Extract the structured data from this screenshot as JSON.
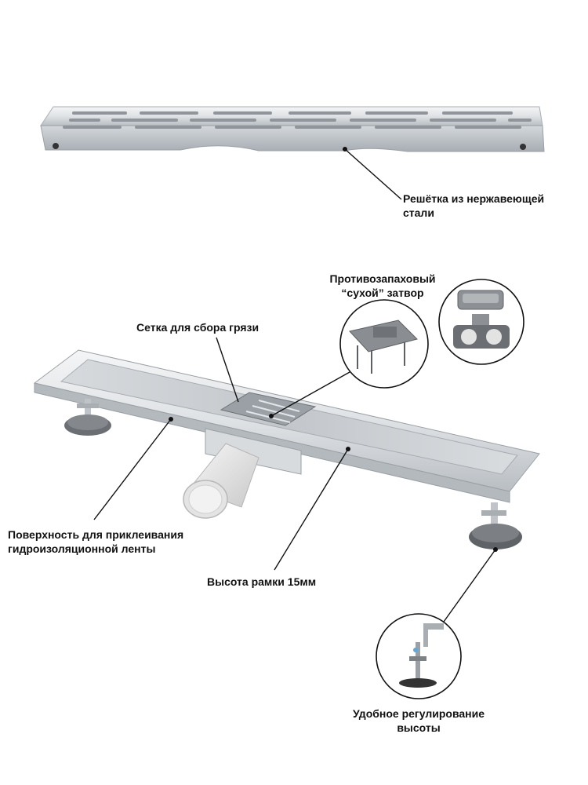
{
  "labels": {
    "grate": [
      "Решётка из нержавеющей",
      "стали"
    ],
    "dry_trap": [
      "Противозапаховый",
      "“сухой” затвор"
    ],
    "mesh": "Сетка для сбора грязи",
    "surface": [
      "Поверхность для приклеивания",
      "гидроизоляционной ленты"
    ],
    "frame_height": "Высота рамки 15мм",
    "adjustment": [
      "Удобное регулирование",
      "высоты"
    ]
  },
  "colors": {
    "steel_light": "#eceef0",
    "steel_mid": "#c9cdd1",
    "steel_dark": "#9aa0a6",
    "plastic_grey": "#6b6e72",
    "pipe_white": "#e9e9e9",
    "callout_line": "#111111"
  }
}
